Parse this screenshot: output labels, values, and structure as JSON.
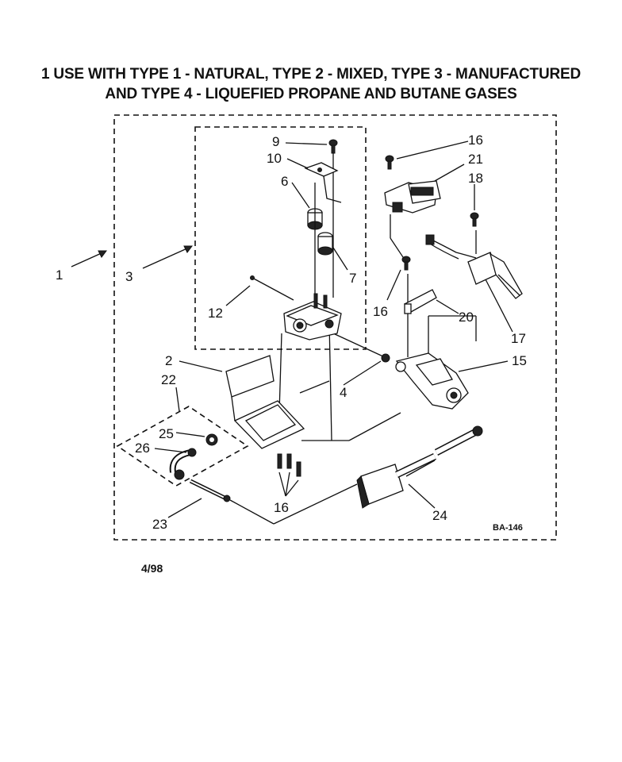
{
  "title": {
    "line1": "1 USE WITH TYPE 1 - NATURAL, TYPE 2 - MIXED, TYPE 3 - MANUFACTURED",
    "line2": "AND TYPE 4 - LIQUEFIED PROPANE AND BUTANE GASES"
  },
  "callouts": {
    "c1": "1",
    "c2": "2",
    "c3": "3",
    "c4": "4",
    "c6": "6",
    "c7": "7",
    "c9": "9",
    "c10": "10",
    "c12": "12",
    "c15": "15",
    "c16a": "16",
    "c16b": "16",
    "c16c": "16",
    "c17": "17",
    "c18": "18",
    "c20": "20",
    "c21": "21",
    "c22": "22",
    "c23": "23",
    "c24": "24",
    "c25": "25",
    "c26": "26"
  },
  "figure_code": "BA-146",
  "date": "4/98"
}
